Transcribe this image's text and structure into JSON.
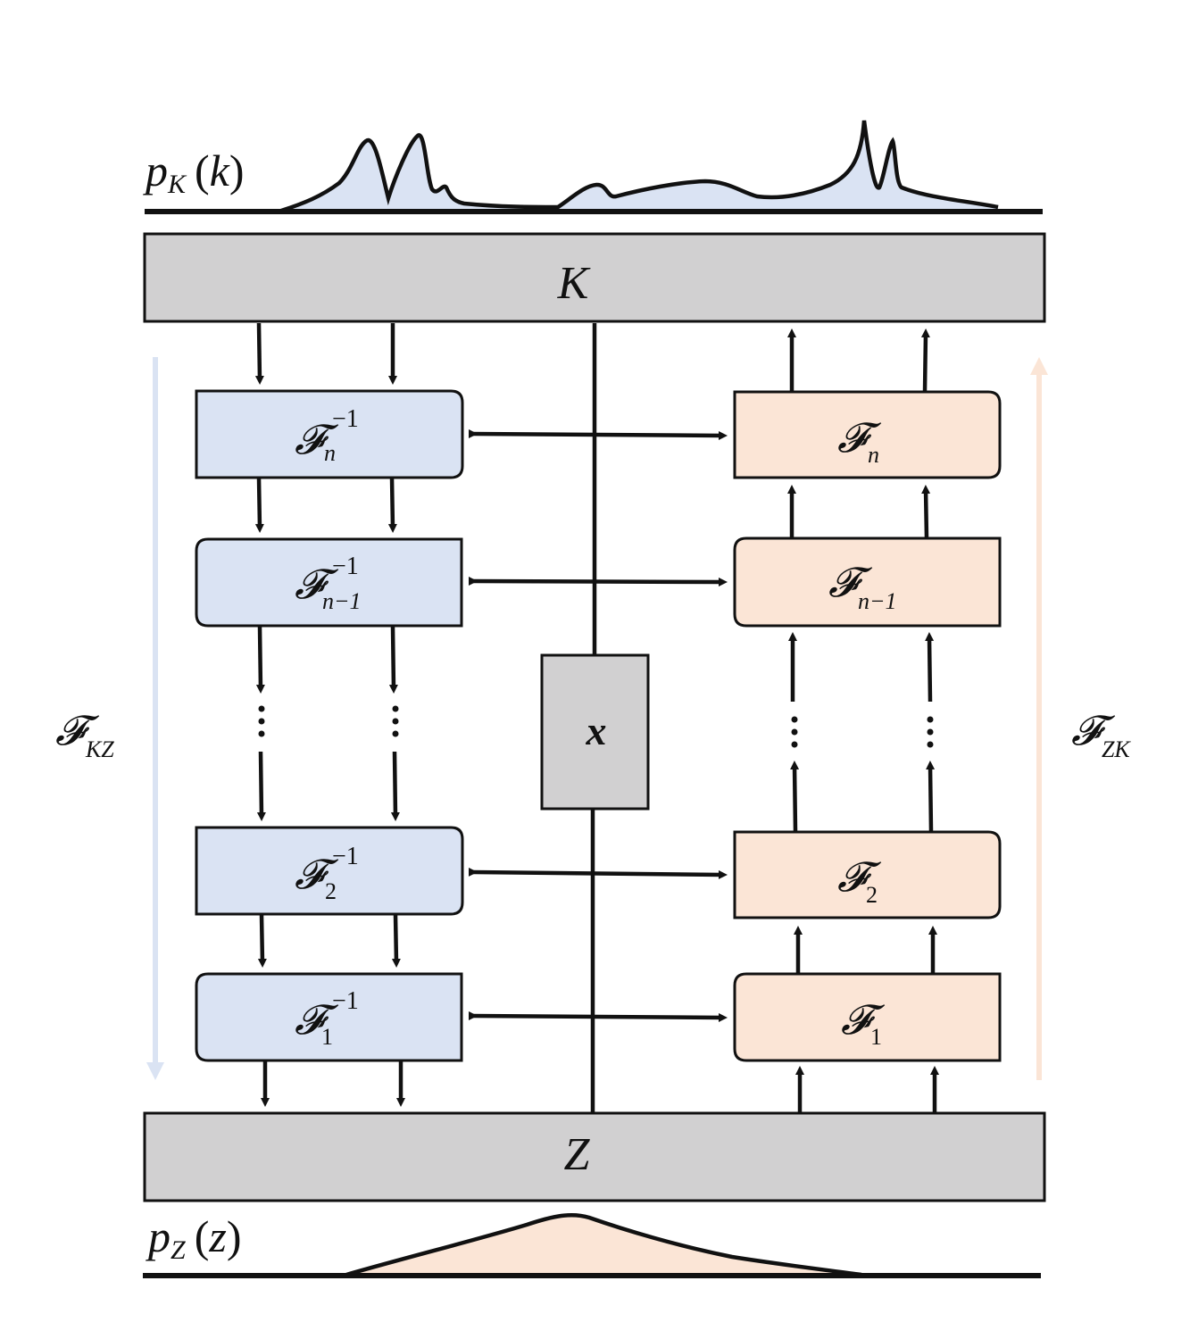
{
  "colors": {
    "inverse_block": "#dae3f3",
    "forward_block": "#fbe5d6",
    "bar": "#d1d0d1",
    "stroke": "#111111",
    "arrow_kz": "#dae3f3",
    "arrow_zk": "#fbe5d6"
  },
  "top_density": {
    "label_main": "p",
    "label_sub": "K",
    "label_arg": "k"
  },
  "bottom_density": {
    "label_main": "p",
    "label_sub": "Z",
    "label_arg": "z"
  },
  "bar_k": {
    "label": "K"
  },
  "bar_z": {
    "label": "Z"
  },
  "center_box": {
    "label": "x"
  },
  "left_arrow": {
    "label_main": "𝓕",
    "label_sub": "KZ"
  },
  "right_arrow": {
    "label_main": "𝓕",
    "label_sub": "ZK"
  },
  "inverse_blocks": [
    {
      "main": "𝓕",
      "sub": "n",
      "sup": "−1"
    },
    {
      "main": "𝓕",
      "sub": "n−1",
      "sup": "−1"
    },
    {
      "main": "𝓕",
      "sub": "2",
      "sup": "−1"
    },
    {
      "main": "𝓕",
      "sub": "1",
      "sup": "−1"
    }
  ],
  "forward_blocks": [
    {
      "main": "𝓕",
      "sub": "n"
    },
    {
      "main": "𝓕",
      "sub": "n−1"
    },
    {
      "main": "𝓕",
      "sub": "2"
    },
    {
      "main": "𝓕",
      "sub": "1"
    }
  ]
}
